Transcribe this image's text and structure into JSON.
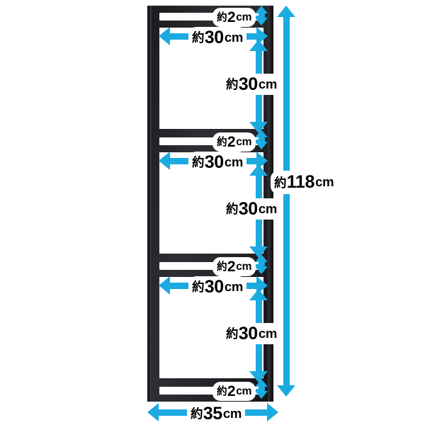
{
  "diagram": {
    "title": "Shelf unit dimension diagram",
    "background_color": "#ffffff",
    "frame_color": "#26262b",
    "dimension_color": "#1BABE0",
    "label_text_color": "#000000",
    "label_bg_color": "#ffffff"
  },
  "labels": {
    "top_slot_height": "約2cm",
    "divider1_height": "約2cm",
    "divider2_height": "約2cm",
    "bottom_slot_height": "約2cm",
    "cube1_width": "約30cm",
    "cube2_width": "約30cm",
    "cube3_width": "約30cm",
    "cube1_height": "約30cm",
    "cube2_height": "約30cm",
    "cube3_height": "約30cm",
    "total_height": "約118cm",
    "total_width": "約35cm"
  },
  "measurements": [
    {
      "name": "top-slot-height",
      "value": "約2cm",
      "axis": "vertical"
    },
    {
      "name": "cube1-width",
      "value": "約30cm",
      "axis": "horizontal"
    },
    {
      "name": "cube1-height",
      "value": "約30cm",
      "axis": "vertical"
    },
    {
      "name": "divider1-height",
      "value": "約2cm",
      "axis": "vertical"
    },
    {
      "name": "cube2-width",
      "value": "約30cm",
      "axis": "horizontal"
    },
    {
      "name": "cube2-height",
      "value": "約30cm",
      "axis": "vertical"
    },
    {
      "name": "divider2-height",
      "value": "約2cm",
      "axis": "vertical"
    },
    {
      "name": "cube3-width",
      "value": "約30cm",
      "axis": "horizontal"
    },
    {
      "name": "cube3-height",
      "value": "約30cm",
      "axis": "vertical"
    },
    {
      "name": "bottom-slot-height",
      "value": "約2cm",
      "axis": "vertical"
    },
    {
      "name": "total-height",
      "value": "約118cm",
      "axis": "vertical"
    },
    {
      "name": "total-width",
      "value": "約35cm",
      "axis": "horizontal"
    }
  ]
}
